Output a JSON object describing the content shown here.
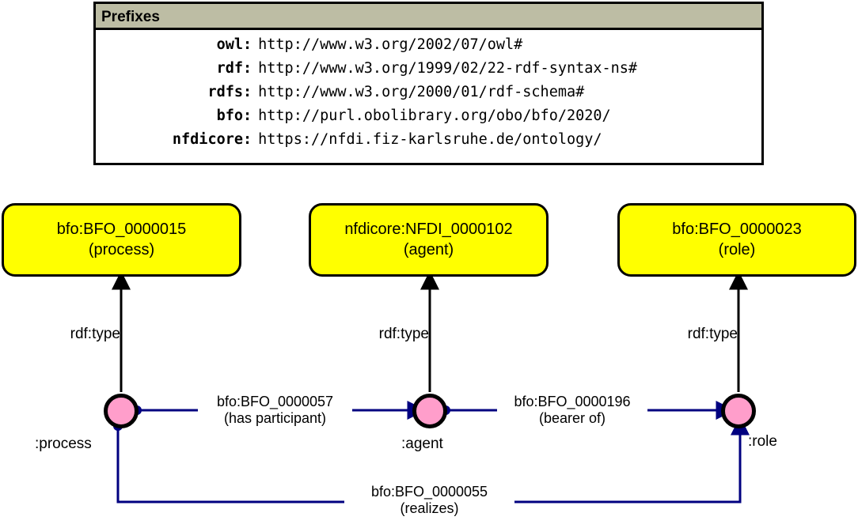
{
  "prefixes_table": {
    "header": "Prefixes",
    "rows": [
      {
        "prefix": "owl",
        "uri": "http://www.w3.org/2002/07/owl#"
      },
      {
        "prefix": "rdf",
        "uri": "http://www.w3.org/1999/02/22-rdf-syntax-ns#"
      },
      {
        "prefix": "rdfs",
        "uri": "http://www.w3.org/2000/01/rdf-schema#"
      },
      {
        "prefix": "bfo",
        "uri": "http://purl.obolibrary.org/obo/bfo/2020/"
      },
      {
        "prefix": "nfdicore",
        "uri": "https://nfdi.fiz-karlsruhe.de/ontology/"
      }
    ],
    "colon": ":"
  },
  "classes": [
    {
      "id": "process",
      "iri": "bfo:BFO_0000015",
      "label": "(process)"
    },
    {
      "id": "agent",
      "iri": "nfdicore:NFDI_0000102",
      "label": "(agent)"
    },
    {
      "id": "role",
      "iri": "bfo:BFO_0000023",
      "label": "(role)"
    }
  ],
  "individuals": [
    {
      "id": "process",
      "label": ":process"
    },
    {
      "id": "agent",
      "label": ":agent"
    },
    {
      "id": "role",
      "label": ":role"
    }
  ],
  "type_edges": [
    {
      "from": "process",
      "to": "process",
      "label": "rdf:type"
    },
    {
      "from": "agent",
      "to": "agent",
      "label": "rdf:type"
    },
    {
      "from": "role",
      "to": "role",
      "label": "rdf:type"
    }
  ],
  "object_edges": [
    {
      "id": "participant",
      "from": ":process",
      "to": ":agent",
      "iri": "bfo:BFO_0000057",
      "label": "(has participant)"
    },
    {
      "id": "bearer",
      "from": ":agent",
      "to": ":role",
      "iri": "bfo:BFO_0000196",
      "label": "(bearer of)"
    },
    {
      "id": "realizes",
      "from": ":process",
      "to": ":role",
      "iri": "bfo:BFO_0000055",
      "label": "(realizes)"
    }
  ],
  "colors": {
    "class_fill": "#ffff00",
    "individual_fill": "#ff9ecb",
    "edge_stroke": "#000080",
    "type_edge_stroke": "#000000",
    "table_header_fill": "#bdbda4",
    "border": "#000000",
    "background": "#ffffff"
  }
}
